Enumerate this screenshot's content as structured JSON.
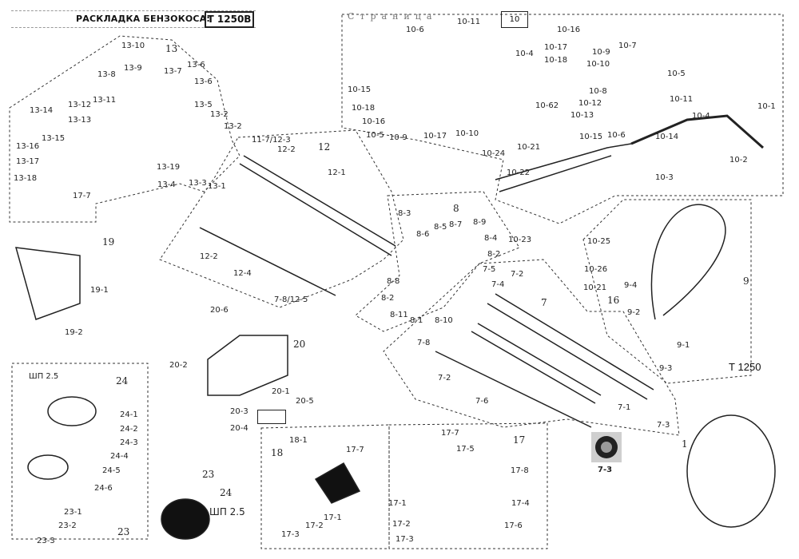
{
  "header": {
    "title": "РАСКЛАДКА БЕНЗОКОСА:",
    "model": "Т 1250В",
    "page_word": "Страница",
    "sheet_number": "10"
  },
  "engine_model_label": "Т 1250",
  "photo_caption": "7-3",
  "trimmer_head_note_top": "ШП 2.5",
  "trimmer_head_note_photo": "ШП 2.5",
  "groups": {
    "g13": "13",
    "g12": "12",
    "g8": "8",
    "g7": "7",
    "g9": "9",
    "g16": "16",
    "g19": "19",
    "g20": "20",
    "g24": "24",
    "g23": "23",
    "g23b": "23",
    "g24b": "24",
    "g18": "18",
    "g17": "17",
    "g1": "1"
  },
  "labels": {
    "l13_10": "13-10",
    "l13_9": "13-9",
    "l13_8": "13-8",
    "l13_7": "13-7",
    "l13_6a": "13-6",
    "l13_6b": "13-6",
    "l13_5": "13-5",
    "l13_2a": "13-2",
    "l13_2b": "13-2",
    "l13_11": "13-11",
    "l13_12": "13-12",
    "l13_13": "13-13",
    "l13_14": "13-14",
    "l13_15": "13-15",
    "l13_16": "13-16",
    "l13_17": "13-17",
    "l13_18": "13-18",
    "l13_19": "13-19",
    "l13_4": "13-4",
    "l13_3": "13-3",
    "l13_1": "13-1",
    "l17_7a": "17-7",
    "l11_7": "11-7/12-3",
    "l12_2a": "12-2",
    "l12_1": "12-1",
    "l12_2b": "12-2",
    "l12_4": "12-4",
    "l7_8_12_5": "7-8/12-5",
    "l10_6a": "10-6",
    "l10_11a": "10-11",
    "l10_15a": "10-15",
    "l10_18a": "10-18",
    "l10_16a": "10-16",
    "l10_5a": "10-5",
    "l10_9a": "10-9",
    "l10_17a": "10-17",
    "l10_10a": "10-10",
    "l10_16b": "10-16",
    "l10_4a": "10-4",
    "l10_17b": "10-17",
    "l10_18b": "10-18",
    "l10_9b": "10-9",
    "l10_7": "10-7",
    "l10_10b": "10-10",
    "l10_5b": "10-5",
    "l10_8": "10-8",
    "l10_11b": "10-11",
    "l10_12": "10-12",
    "l10_13": "10-13",
    "l10_4b": "10-4",
    "l10_62": "10-62",
    "l10_6b": "10-6",
    "l10_14": "10-14",
    "l10_15b": "10-15",
    "l10_1": "10-1",
    "l10_21a": "10-21",
    "l10_24": "10-24",
    "l10_22": "10-22",
    "l10_3": "10-3",
    "l10_2": "10-2",
    "l10_23": "10-23",
    "l10_25": "10-25",
    "l10_26": "10-26",
    "l10_21b": "10-21",
    "l8_3": "8-3",
    "l8_6": "8-6",
    "l8_5": "8-5",
    "l8_7": "8-7",
    "l8_9": "8-9",
    "l8_4": "8-4",
    "l8_2a": "8-2",
    "l8_8": "8-8",
    "l8_2b": "8-2",
    "l8_11": "8-11",
    "l8_1": "8-1",
    "l8_10": "8-10",
    "l7_5": "7-5",
    "l7_4": "7-4",
    "l7_2a": "7-2",
    "l7_8": "7-8",
    "l7_2b": "7-2",
    "l7_6": "7-6",
    "l7_1": "7-1",
    "l7_3": "7-3",
    "l9_4": "9-4",
    "l9_2": "9-2",
    "l9_1": "9-1",
    "l9_3": "9-3",
    "l19_1": "19-1",
    "l19_2": "19-2",
    "l20_6": "20-6",
    "l20_2": "20-2",
    "l20_1": "20-1",
    "l20_3": "20-3",
    "l20_4": "20-4",
    "l20_5": "20-5",
    "l24_1": "24-1",
    "l24_2": "24-2",
    "l24_3": "24-3",
    "l24_4": "24-4",
    "l24_5": "24-5",
    "l24_6": "24-6",
    "l23_1": "23-1",
    "l23_2": "23-2",
    "l23_3": "23-3",
    "l18_1": "18-1",
    "l17_7b": "17-7",
    "l17_1a": "17-1",
    "l17_2a": "17-2",
    "l17_3a": "17-3",
    "l17_7c": "17-7",
    "l17_5": "17-5",
    "l17_8": "17-8",
    "l17_1b": "17-1",
    "l17_4": "17-4",
    "l17_2b": "17-2",
    "l17_6": "17-6",
    "l17_3b": "17-3"
  }
}
